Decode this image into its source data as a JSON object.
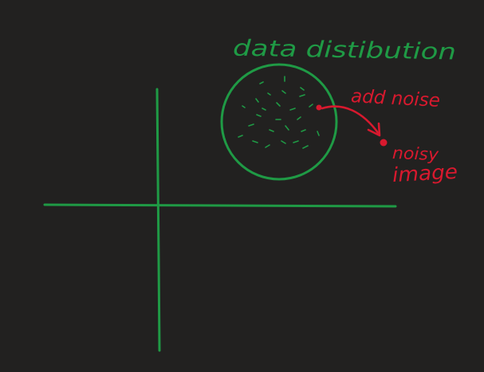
{
  "colors": {
    "background": "#222120",
    "green": "#1f9a45",
    "red": "#d8192e"
  },
  "labels": {
    "distribution": "data distibution",
    "add_noise": "add noise",
    "noisy_line1": "noisy",
    "noisy_line2": "image"
  }
}
